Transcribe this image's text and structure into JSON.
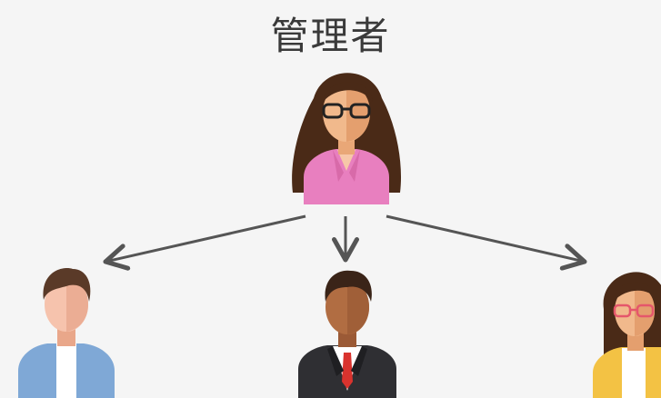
{
  "diagram": {
    "title": "管理者",
    "manager": {
      "icon": "woman-glasses-avatar",
      "top_color": "#e87fbf",
      "hair_color": "#4a2a17"
    },
    "reports": [
      {
        "icon": "man-blue-jacket-avatar",
        "top_color": "#7fa8d6"
      },
      {
        "icon": "man-suit-avatar",
        "top_color": "#2f2f33"
      },
      {
        "icon": "woman-yellow-jacket-avatar",
        "top_color": "#f3c244"
      }
    ],
    "arrow_color": "#555555"
  }
}
